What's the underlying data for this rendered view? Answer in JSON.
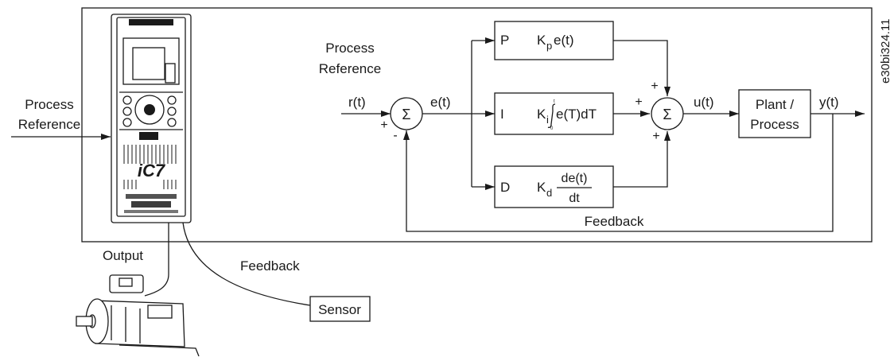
{
  "image_id": "e30bi324.11",
  "left": {
    "process_reference": [
      "Process",
      "Reference"
    ],
    "drive_brand": "iC7",
    "output": "Output",
    "feedback": "Feedback",
    "sensor": "Sensor"
  },
  "pid": {
    "process_reference": [
      "Process",
      "Reference"
    ],
    "r": "r(t)",
    "e": "e(t)",
    "u": "u(t)",
    "y": "y(t)",
    "sigma": "Σ",
    "plus": "+",
    "minus": "-",
    "p_label": "P",
    "i_label": "I",
    "d_label": "D",
    "kp_k": "K",
    "kp_sub": "p",
    "kp_rest": "e(t)",
    "ki_k": "K",
    "ki_sub": "i",
    "ki_lower": "0",
    "ki_upper": "t",
    "ki_rest": "e(T)dT",
    "kd_k": "K",
    "kd_sub": "d",
    "kd_num": "de(t)",
    "kd_den": "dt",
    "plant": [
      "Plant /",
      "Process"
    ],
    "feedback": "Feedback"
  }
}
